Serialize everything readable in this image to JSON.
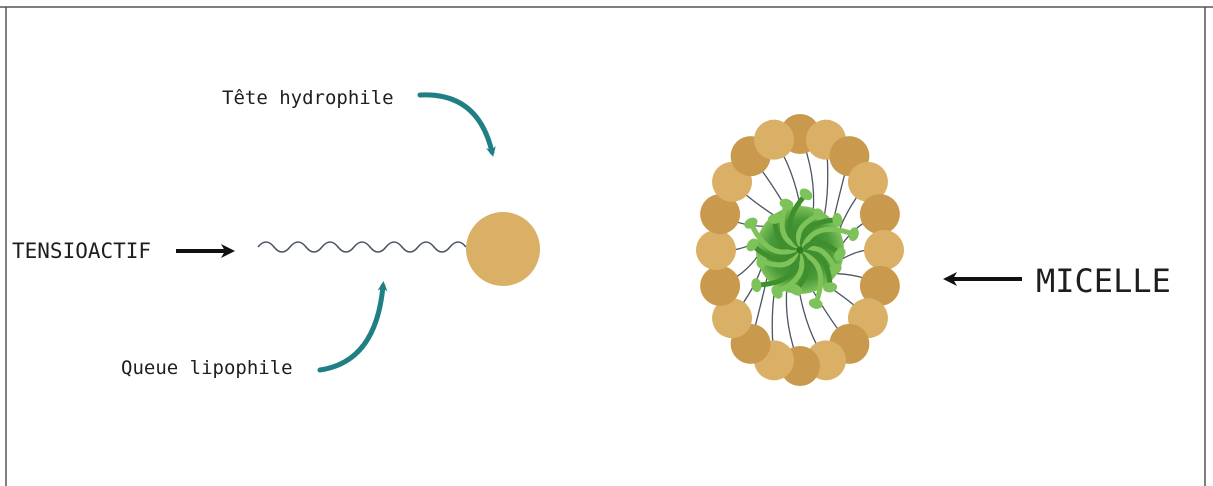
{
  "labels": {
    "head": "Tête hydrophile",
    "surfactant": "TENSIOACTIF",
    "tail": "Queue lipophile",
    "micelle": "MICELLE"
  },
  "colors": {
    "head_fill": "#d9b066",
    "head_shade": "#c99a4e",
    "tail_stroke": "#4b5563",
    "pointer_arrow": "#1f7f82",
    "label_arrow": "#111111",
    "core": "#3f8f2f",
    "core_light": "#7ec25a",
    "frame": "#555555"
  },
  "micelle": {
    "head_count": 20
  }
}
